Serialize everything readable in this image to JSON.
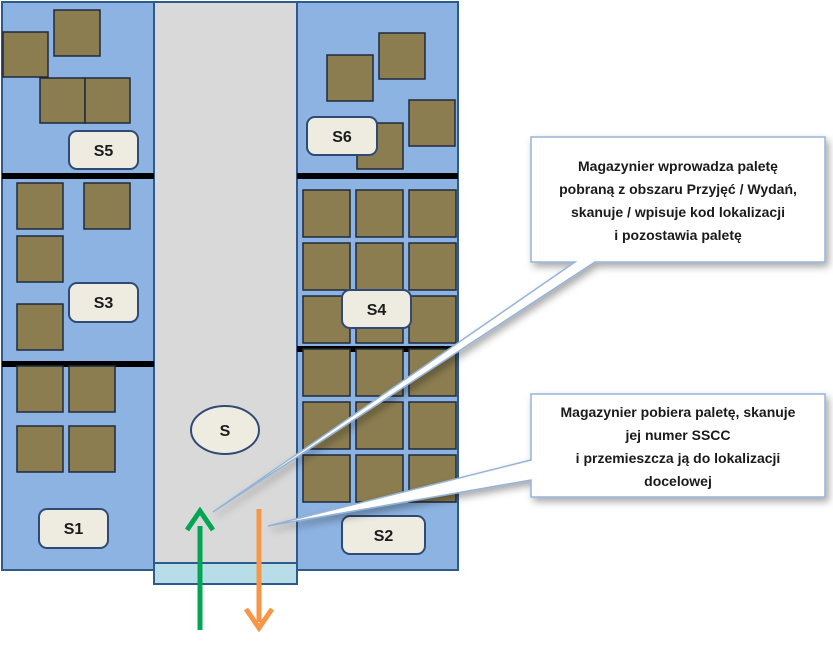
{
  "zones": {
    "s1": "S1",
    "s2": "S2",
    "s3": "S3",
    "s4": "S4",
    "s5": "S5",
    "s6": "S6",
    "s": "S"
  },
  "callouts": {
    "put_away": {
      "lines": [
        "Magazynier wprowadza paletę",
        "pobraną z obszaru Przyjęć / Wydań,",
        "skanuje / wpisuje kod lokalizacji",
        "i pozostawia paletę"
      ]
    },
    "pick": {
      "lines": [
        "Magazynier pobiera paletę, skanuje",
        "jej numer SSCC",
        "i przemieszcza ją do lokalizacji",
        "docelowej"
      ]
    }
  },
  "colors": {
    "rack_area": "#8db3e2",
    "rack_border": "#2e5b8e",
    "aisle": "#d9d9d9",
    "entry": "#b7dde8",
    "pallet": "#8b7d50",
    "label_box": "#eeece1",
    "label_border": "#2f4a75",
    "arrow_in": "#00a651",
    "arrow_out": "#f79646",
    "divider": "#000000"
  }
}
